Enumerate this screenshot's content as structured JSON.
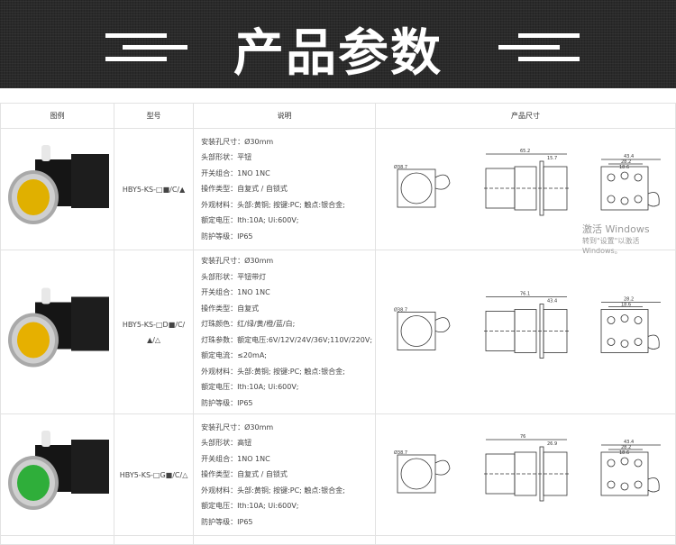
{
  "banner": {
    "title": "产品参数"
  },
  "table": {
    "headers": [
      "图例",
      "型号",
      "说明",
      "产品尺寸"
    ],
    "rows": [
      {
        "model": "HBY5-KS-□■/C/▲",
        "button_color": "#e0b000",
        "specs": [
          "安装孔尺寸：Ø30mm",
          "头部形状：平钮",
          "开关组合：1NO 1NC",
          "操作类型：自复式 / 自锁式",
          "外观材料：头部:黄铜; 按键:PC; 触点:银合金;",
          "额定电压：Ith:10A; Ui:600V;",
          "防护等级：IP65"
        ],
        "dims": [
          "Ø38.7",
          "65.2",
          "15.7",
          "43.4",
          "28.2",
          "18.6"
        ]
      },
      {
        "model": "HBY5-KS-□D■/C/",
        "model_line2": "▲/△",
        "button_color": "#e6b000",
        "specs": [
          "安装孔尺寸：Ø30mm",
          "头部形状：平钮带灯",
          "开关组合：1NO 1NC",
          "操作类型：自复式",
          "灯珠颜色：红/绿/黄/橙/蓝/白;",
          "灯珠参数：额定电压:6V/12V/24V/36V;110V/220V;",
          "额定电流：≤20mA;",
          "外观材料：头部:黄铜; 按键:PC; 触点:银合金;",
          "额定电压：Ith:10A; Ui:600V;",
          "防护等级：IP65"
        ],
        "dims": [
          "Ø38.7",
          "76.1",
          "43.4",
          "28.2",
          "18.6"
        ]
      },
      {
        "model": "HBY5-KS-□G■/C/△",
        "button_color": "#2fae3a",
        "specs": [
          "安装孔尺寸：Ø30mm",
          "头部形状：高钮",
          "开关组合：1NO 1NC",
          "操作类型：自复式 / 自锁式",
          "外观材料：头部:黄铜; 按键:PC; 触点:银合金;",
          "额定电压：Ith:10A; Ui:600V;",
          "防护等级：IP65"
        ],
        "dims": [
          "Ø38.7",
          "76",
          "26.9",
          "43.4",
          "28.2",
          "18.6"
        ]
      }
    ]
  },
  "watermark": {
    "line1": "激活 Windows",
    "line2": "转到\"设置\"以激活 Windows。"
  }
}
